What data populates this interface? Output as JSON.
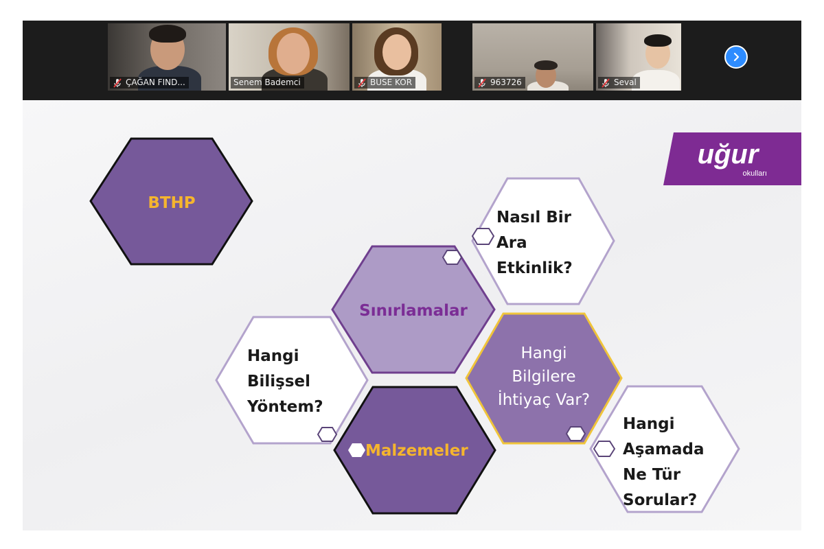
{
  "participants": [
    {
      "name": "ÇAĞAN FIND...",
      "muted": true
    },
    {
      "name": "Senem Bademci",
      "muted": false
    },
    {
      "name": "BUSE KOR",
      "muted": true
    },
    {
      "name": "963726",
      "muted": true
    },
    {
      "name": "Seval",
      "muted": true
    }
  ],
  "icons": {
    "next": "chevron-right-icon",
    "muted": "mic-muted-icon"
  },
  "colors": {
    "dark_purple": "#76599a",
    "mid_purple": "#8d72ab",
    "light_purple": "#ad9bc6",
    "outline_purple": "#a089be",
    "gold": "#f5b52e",
    "brand_purple": "#7e2b93",
    "accent_blue": "#2d8cff"
  },
  "slide": {
    "logo": {
      "main": "uğur",
      "sub": "okulları"
    },
    "hexagons": {
      "bthp": "BTHP",
      "nasil": [
        "Nasıl Bir",
        "Ara",
        "Etkinlik?"
      ],
      "sinirlamalar": "Sınırlamalar",
      "hangi_bilissel": [
        "Hangi",
        "Bilişsel",
        "Yöntem?"
      ],
      "hangi_bilgilere": [
        "Hangi",
        "Bilgilere",
        "İhtiyaç Var?"
      ],
      "malzemeler": "Malzemeler",
      "hangi_asamada": [
        "Hangi",
        "Aşamada",
        "Ne Tür",
        "Sorular?"
      ]
    }
  }
}
